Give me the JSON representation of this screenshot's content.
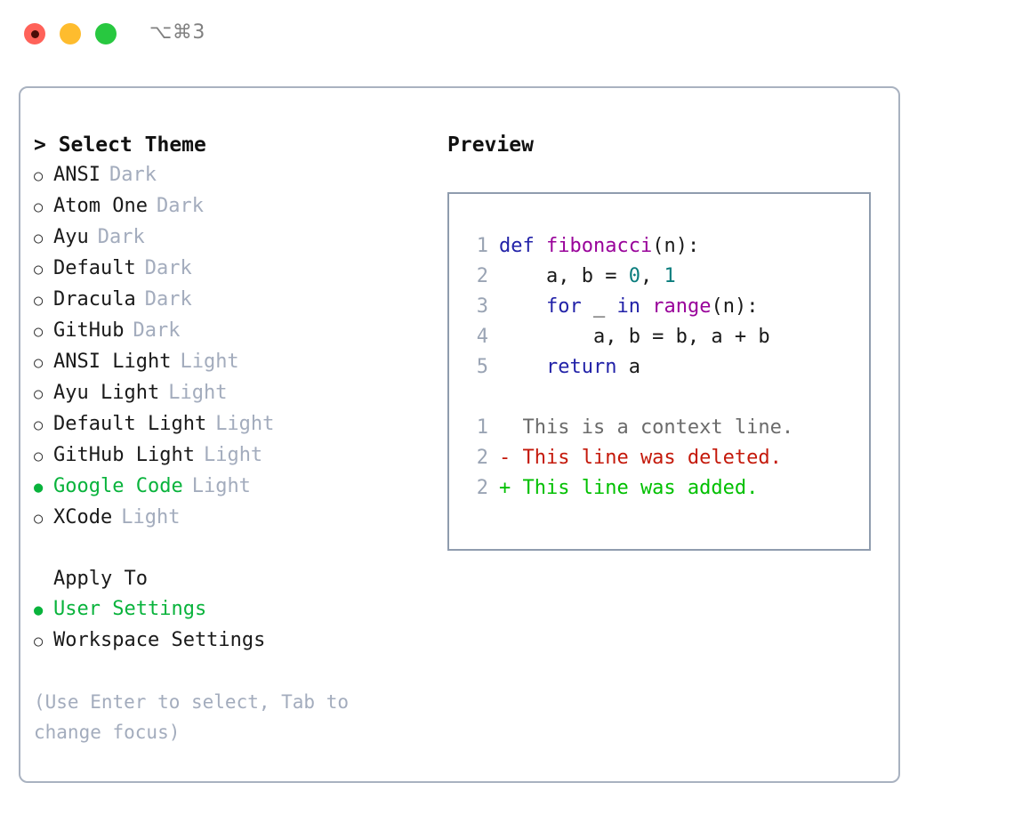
{
  "titlebar": {
    "shortcut": "⌥⌘3",
    "buttons": [
      {
        "name": "close",
        "color": "#ff6259"
      },
      {
        "name": "minimize",
        "color": "#febc2e"
      },
      {
        "name": "maximize",
        "color": "#28c840"
      }
    ]
  },
  "theme_picker": {
    "heading": "> Select Theme",
    "bullet_unselected": "○",
    "bullet_selected": "●",
    "selected_color": "#09b33c",
    "badge_color": "#a3acbd",
    "options": [
      {
        "label": "ANSI",
        "badge": "Dark",
        "selected": false
      },
      {
        "label": "Atom One",
        "badge": "Dark",
        "selected": false
      },
      {
        "label": "Ayu",
        "badge": "Dark",
        "selected": false
      },
      {
        "label": "Default",
        "badge": "Dark",
        "selected": false
      },
      {
        "label": "Dracula",
        "badge": "Dark",
        "selected": false
      },
      {
        "label": "GitHub",
        "badge": "Dark",
        "selected": false
      },
      {
        "label": "ANSI Light",
        "badge": "Light",
        "selected": false
      },
      {
        "label": "Ayu Light",
        "badge": "Light",
        "selected": false
      },
      {
        "label": "Default Light",
        "badge": "Light",
        "selected": false
      },
      {
        "label": "GitHub Light",
        "badge": "Light",
        "selected": false
      },
      {
        "label": "Google Code",
        "badge": "Light",
        "selected": true
      },
      {
        "label": "XCode",
        "badge": "Light",
        "selected": false
      }
    ]
  },
  "apply_to": {
    "heading": "Apply To",
    "options": [
      {
        "label": "User Settings",
        "selected": true
      },
      {
        "label": "Workspace Settings",
        "selected": false
      }
    ]
  },
  "hint": "(Use Enter to select, Tab to change focus)",
  "preview": {
    "heading": "Preview",
    "code_lines": [
      {
        "number": "1",
        "tokens": [
          {
            "text": "def ",
            "type": "kw"
          },
          {
            "text": "fibonacci",
            "type": "fn"
          },
          {
            "text": "(n):",
            "type": "punc"
          }
        ]
      },
      {
        "number": "2",
        "tokens": [
          {
            "text": "    a, b = ",
            "type": "plain"
          },
          {
            "text": "0",
            "type": "num"
          },
          {
            "text": ", ",
            "type": "plain"
          },
          {
            "text": "1",
            "type": "num"
          }
        ]
      },
      {
        "number": "3",
        "tokens": [
          {
            "text": "    ",
            "type": "plain"
          },
          {
            "text": "for",
            "type": "kw"
          },
          {
            "text": " _ ",
            "type": "plain"
          },
          {
            "text": "in",
            "type": "kw"
          },
          {
            "text": " ",
            "type": "plain"
          },
          {
            "text": "range",
            "type": "fn"
          },
          {
            "text": "(n):",
            "type": "punc"
          }
        ]
      },
      {
        "number": "4",
        "tokens": [
          {
            "text": "        a, b = b, a + b",
            "type": "plain"
          }
        ]
      },
      {
        "number": "5",
        "tokens": [
          {
            "text": "    ",
            "type": "plain"
          },
          {
            "text": "return",
            "type": "kw"
          },
          {
            "text": " a",
            "type": "plain"
          }
        ]
      }
    ],
    "diff_lines": [
      {
        "number": "1",
        "marker": " ",
        "text": " This is a context line.",
        "kind": "ctx"
      },
      {
        "number": "2",
        "marker": "-",
        "text": " This line was deleted.",
        "kind": "del"
      },
      {
        "number": "2",
        "marker": "+",
        "text": " This line was added.",
        "kind": "add"
      }
    ],
    "colors": {
      "keyword": "#2222a8",
      "function": "#99029a",
      "number": "#0a7d7d",
      "plain": "#1a1a1a",
      "line_number": "#9aa4b4",
      "diff_context": "#6b6b6b",
      "diff_deleted": "#c4190b",
      "diff_added": "#00c000"
    }
  }
}
